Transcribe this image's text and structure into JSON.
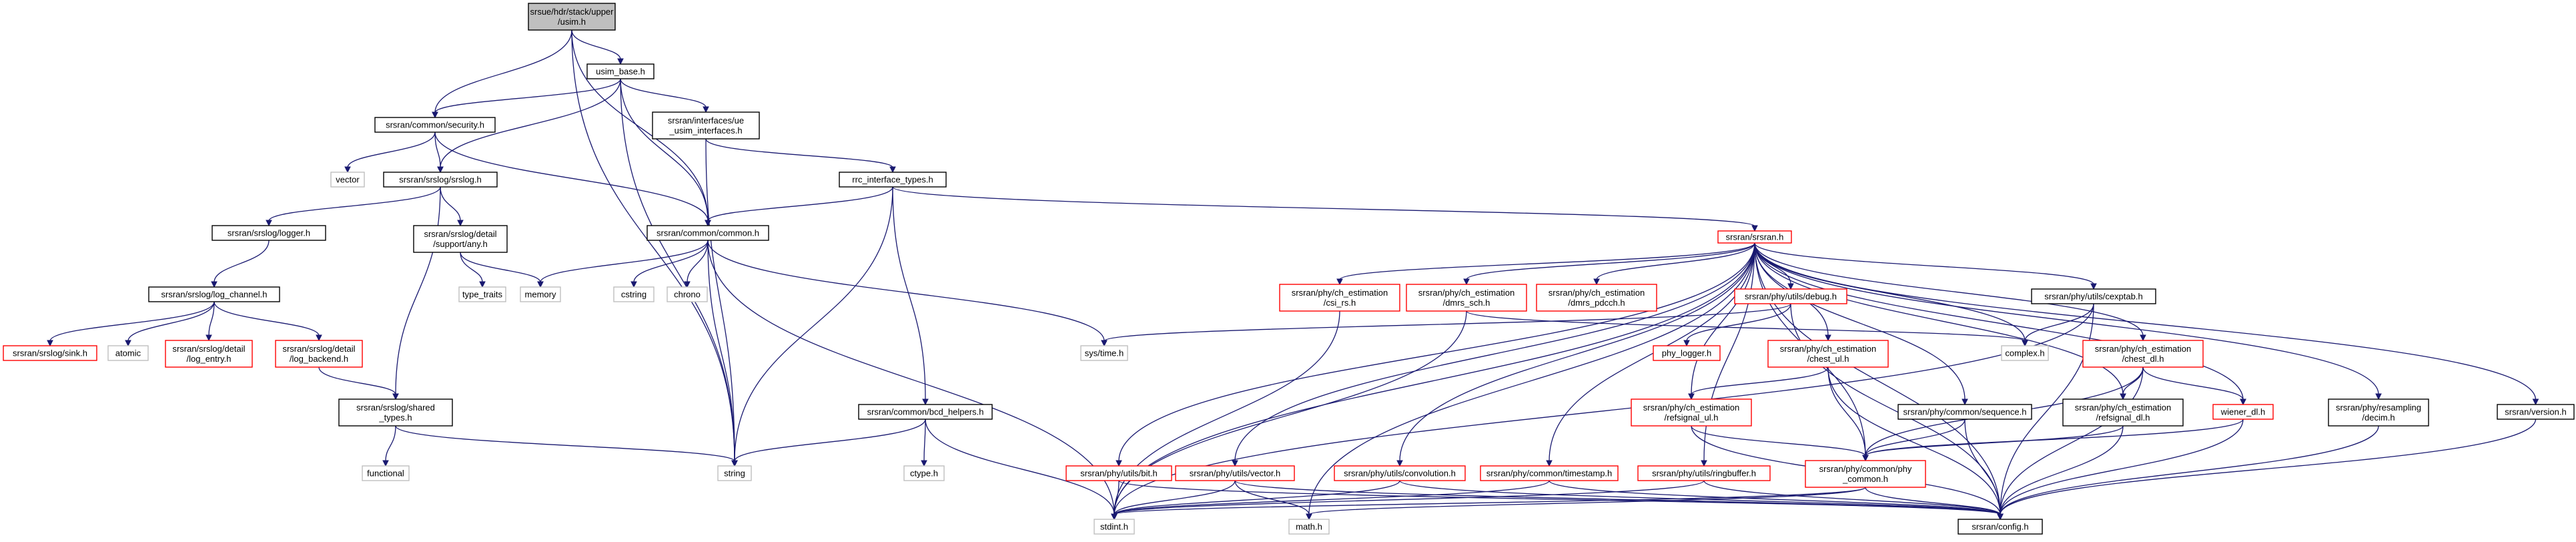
{
  "graph": {
    "colors": {
      "edge": "#191970",
      "root_fill": "#bfbfbf",
      "normal_border": "#000000",
      "truncated_border": "#ff0000",
      "system_border": "#bfbfbf",
      "background": "#ffffff"
    },
    "nodes": [
      {
        "id": "usim_h",
        "lines": [
          "srsue/hdr/stack/upper",
          "/usim.h"
        ],
        "kind": "root"
      },
      {
        "id": "usim_base",
        "lines": [
          "usim_base.h"
        ],
        "kind": "normal"
      },
      {
        "id": "security",
        "lines": [
          "srsran/common/security.h"
        ],
        "kind": "normal"
      },
      {
        "id": "ue_usim_if",
        "lines": [
          "srsran/interfaces/ue",
          "_usim_interfaces.h"
        ],
        "kind": "normal"
      },
      {
        "id": "vector",
        "lines": [
          "vector"
        ],
        "kind": "system"
      },
      {
        "id": "srslog",
        "lines": [
          "srsran/srslog/srslog.h"
        ],
        "kind": "normal"
      },
      {
        "id": "rrc_if_types",
        "lines": [
          "rrc_interface_types.h"
        ],
        "kind": "normal"
      },
      {
        "id": "logger",
        "lines": [
          "srsran/srslog/logger.h"
        ],
        "kind": "normal"
      },
      {
        "id": "support_any",
        "lines": [
          "srsran/srslog/detail",
          "/support/any.h"
        ],
        "kind": "normal"
      },
      {
        "id": "common",
        "lines": [
          "srsran/common/common.h"
        ],
        "kind": "normal"
      },
      {
        "id": "srsran_h",
        "lines": [
          "srsran/srsran.h"
        ],
        "kind": "truncated"
      },
      {
        "id": "log_channel",
        "lines": [
          "srsran/srslog/log_channel.h"
        ],
        "kind": "normal"
      },
      {
        "id": "type_traits",
        "lines": [
          "type_traits"
        ],
        "kind": "system"
      },
      {
        "id": "memory",
        "lines": [
          "memory"
        ],
        "kind": "system"
      },
      {
        "id": "cstring",
        "lines": [
          "cstring"
        ],
        "kind": "system"
      },
      {
        "id": "chrono",
        "lines": [
          "chrono"
        ],
        "kind": "system"
      },
      {
        "id": "csi_rs",
        "lines": [
          "srsran/phy/ch_estimation",
          "/csi_rs.h"
        ],
        "kind": "truncated"
      },
      {
        "id": "dmrs_sch",
        "lines": [
          "srsran/phy/ch_estimation",
          "/dmrs_sch.h"
        ],
        "kind": "truncated"
      },
      {
        "id": "dmrs_pdcch",
        "lines": [
          "srsran/phy/ch_estimation",
          "/dmrs_pdcch.h"
        ],
        "kind": "truncated"
      },
      {
        "id": "debug_h",
        "lines": [
          "srsran/phy/utils/debug.h"
        ],
        "kind": "truncated"
      },
      {
        "id": "cexptab",
        "lines": [
          "srsran/phy/utils/cexptab.h"
        ],
        "kind": "normal"
      },
      {
        "id": "sink",
        "lines": [
          "srsran/srslog/sink.h"
        ],
        "kind": "truncated"
      },
      {
        "id": "atomic",
        "lines": [
          "atomic"
        ],
        "kind": "system"
      },
      {
        "id": "log_entry",
        "lines": [
          "srsran/srslog/detail",
          "/log_entry.h"
        ],
        "kind": "truncated"
      },
      {
        "id": "log_backend",
        "lines": [
          "srsran/srslog/detail",
          "/log_backend.h"
        ],
        "kind": "truncated"
      },
      {
        "id": "sys_time",
        "lines": [
          "sys/time.h"
        ],
        "kind": "system"
      },
      {
        "id": "complex",
        "lines": [
          "complex.h"
        ],
        "kind": "system"
      },
      {
        "id": "chest_dl",
        "lines": [
          "srsran/phy/ch_estimation",
          "/chest_dl.h"
        ],
        "kind": "truncated"
      },
      {
        "id": "phy_logger",
        "lines": [
          "phy_logger.h"
        ],
        "kind": "truncated"
      },
      {
        "id": "chest_ul",
        "lines": [
          "srsran/phy/ch_estimation",
          "/chest_ul.h"
        ],
        "kind": "truncated"
      },
      {
        "id": "shared_types",
        "lines": [
          "srsran/srslog/shared",
          "_types.h"
        ],
        "kind": "normal"
      },
      {
        "id": "bcd_helpers",
        "lines": [
          "srsran/common/bcd_helpers.h"
        ],
        "kind": "normal"
      },
      {
        "id": "refsignal_ul",
        "lines": [
          "srsran/phy/ch_estimation",
          "/refsignal_ul.h"
        ],
        "kind": "truncated"
      },
      {
        "id": "sequence",
        "lines": [
          "srsran/phy/common/sequence.h"
        ],
        "kind": "normal"
      },
      {
        "id": "refsignal_dl",
        "lines": [
          "srsran/phy/ch_estimation",
          "/refsignal_dl.h"
        ],
        "kind": "normal"
      },
      {
        "id": "wiener_dl",
        "lines": [
          "wiener_dl.h"
        ],
        "kind": "truncated"
      },
      {
        "id": "decim",
        "lines": [
          "srsran/phy/resampling",
          "/decim.h"
        ],
        "kind": "normal"
      },
      {
        "id": "version",
        "lines": [
          "srsran/version.h"
        ],
        "kind": "normal"
      },
      {
        "id": "functional",
        "lines": [
          "functional"
        ],
        "kind": "system"
      },
      {
        "id": "string",
        "lines": [
          "string"
        ],
        "kind": "system"
      },
      {
        "id": "ctype",
        "lines": [
          "ctype.h"
        ],
        "kind": "system"
      },
      {
        "id": "bit_h",
        "lines": [
          "srsran/phy/utils/bit.h"
        ],
        "kind": "truncated"
      },
      {
        "id": "vector_h",
        "lines": [
          "srsran/phy/utils/vector.h"
        ],
        "kind": "truncated"
      },
      {
        "id": "convolution",
        "lines": [
          "srsran/phy/utils/convolution.h"
        ],
        "kind": "truncated"
      },
      {
        "id": "timestamp",
        "lines": [
          "srsran/phy/common/timestamp.h"
        ],
        "kind": "truncated"
      },
      {
        "id": "ringbuffer",
        "lines": [
          "srsran/phy/utils/ringbuffer.h"
        ],
        "kind": "truncated"
      },
      {
        "id": "phy_common",
        "lines": [
          "srsran/phy/common/phy",
          "_common.h"
        ],
        "kind": "truncated"
      },
      {
        "id": "math_h",
        "lines": [
          "math.h"
        ],
        "kind": "system"
      },
      {
        "id": "stdint",
        "lines": [
          "stdint.h"
        ],
        "kind": "system"
      },
      {
        "id": "config",
        "lines": [
          "srsran/config.h"
        ],
        "kind": "normal"
      }
    ],
    "edges": [
      [
        "usim_h",
        "usim_base"
      ],
      [
        "usim_h",
        "security"
      ],
      [
        "usim_h",
        "common"
      ],
      [
        "usim_h",
        "string"
      ],
      [
        "usim_base",
        "security"
      ],
      [
        "usim_base",
        "ue_usim_if"
      ],
      [
        "usim_base",
        "srslog"
      ],
      [
        "usim_base",
        "common"
      ],
      [
        "usim_base",
        "string"
      ],
      [
        "security",
        "vector"
      ],
      [
        "security",
        "srslog"
      ],
      [
        "security",
        "common"
      ],
      [
        "ue_usim_if",
        "rrc_if_types"
      ],
      [
        "ue_usim_if",
        "string"
      ],
      [
        "srslog",
        "logger"
      ],
      [
        "srslog",
        "support_any"
      ],
      [
        "srslog",
        "shared_types"
      ],
      [
        "rrc_if_types",
        "common"
      ],
      [
        "rrc_if_types",
        "srsran_h"
      ],
      [
        "rrc_if_types",
        "bcd_helpers"
      ],
      [
        "rrc_if_types",
        "string"
      ],
      [
        "logger",
        "log_channel"
      ],
      [
        "support_any",
        "type_traits"
      ],
      [
        "support_any",
        "memory"
      ],
      [
        "common",
        "memory"
      ],
      [
        "common",
        "cstring"
      ],
      [
        "common",
        "chrono"
      ],
      [
        "common",
        "sys_time"
      ],
      [
        "common",
        "string"
      ],
      [
        "common",
        "stdint"
      ],
      [
        "log_channel",
        "sink"
      ],
      [
        "log_channel",
        "atomic"
      ],
      [
        "log_channel",
        "log_entry"
      ],
      [
        "log_channel",
        "log_backend"
      ],
      [
        "log_backend",
        "shared_types"
      ],
      [
        "shared_types",
        "functional"
      ],
      [
        "shared_types",
        "string"
      ],
      [
        "srsran_h",
        "csi_rs"
      ],
      [
        "srsran_h",
        "dmrs_sch"
      ],
      [
        "srsran_h",
        "dmrs_pdcch"
      ],
      [
        "srsran_h",
        "debug_h"
      ],
      [
        "srsran_h",
        "cexptab"
      ],
      [
        "srsran_h",
        "complex"
      ],
      [
        "srsran_h",
        "chest_dl"
      ],
      [
        "srsran_h",
        "chest_ul"
      ],
      [
        "srsran_h",
        "refsignal_ul"
      ],
      [
        "srsran_h",
        "sequence"
      ],
      [
        "srsran_h",
        "refsignal_dl"
      ],
      [
        "srsran_h",
        "wiener_dl"
      ],
      [
        "srsran_h",
        "decim"
      ],
      [
        "srsran_h",
        "version"
      ],
      [
        "srsran_h",
        "bit_h"
      ],
      [
        "srsran_h",
        "vector_h"
      ],
      [
        "srsran_h",
        "convolution"
      ],
      [
        "srsran_h",
        "timestamp"
      ],
      [
        "srsran_h",
        "ringbuffer"
      ],
      [
        "srsran_h",
        "phy_common"
      ],
      [
        "srsran_h",
        "math_h"
      ],
      [
        "srsran_h",
        "stdint"
      ],
      [
        "srsran_h",
        "config"
      ],
      [
        "csi_rs",
        "stdint"
      ],
      [
        "dmrs_sch",
        "stdint"
      ],
      [
        "dmrs_sch",
        "complex"
      ],
      [
        "debug_h",
        "sys_time"
      ],
      [
        "debug_h",
        "phy_logger"
      ],
      [
        "debug_h",
        "config"
      ],
      [
        "cexptab",
        "complex"
      ],
      [
        "cexptab",
        "stdint"
      ],
      [
        "cexptab",
        "config"
      ],
      [
        "chest_dl",
        "refsignal_dl"
      ],
      [
        "chest_dl",
        "wiener_dl"
      ],
      [
        "chest_dl",
        "phy_common"
      ],
      [
        "chest_dl",
        "config"
      ],
      [
        "chest_ul",
        "refsignal_ul"
      ],
      [
        "chest_ul",
        "phy_common"
      ],
      [
        "chest_ul",
        "config"
      ],
      [
        "refsignal_ul",
        "phy_common"
      ],
      [
        "refsignal_ul",
        "config"
      ],
      [
        "sequence",
        "phy_common"
      ],
      [
        "sequence",
        "config"
      ],
      [
        "refsignal_dl",
        "phy_common"
      ],
      [
        "refsignal_dl",
        "config"
      ],
      [
        "wiener_dl",
        "phy_common"
      ],
      [
        "wiener_dl",
        "config"
      ],
      [
        "decim",
        "config"
      ],
      [
        "version",
        "config"
      ],
      [
        "bcd_helpers",
        "ctype"
      ],
      [
        "bcd_helpers",
        "string"
      ],
      [
        "bcd_helpers",
        "stdint"
      ],
      [
        "bit_h",
        "stdint"
      ],
      [
        "bit_h",
        "config"
      ],
      [
        "vector_h",
        "stdint"
      ],
      [
        "vector_h",
        "math_h"
      ],
      [
        "vector_h",
        "config"
      ],
      [
        "convolution",
        "stdint"
      ],
      [
        "convolution",
        "config"
      ],
      [
        "timestamp",
        "stdint"
      ],
      [
        "timestamp",
        "config"
      ],
      [
        "ringbuffer",
        "stdint"
      ],
      [
        "ringbuffer",
        "config"
      ],
      [
        "phy_common",
        "math_h"
      ],
      [
        "phy_common",
        "stdint"
      ],
      [
        "phy_common",
        "config"
      ]
    ]
  }
}
